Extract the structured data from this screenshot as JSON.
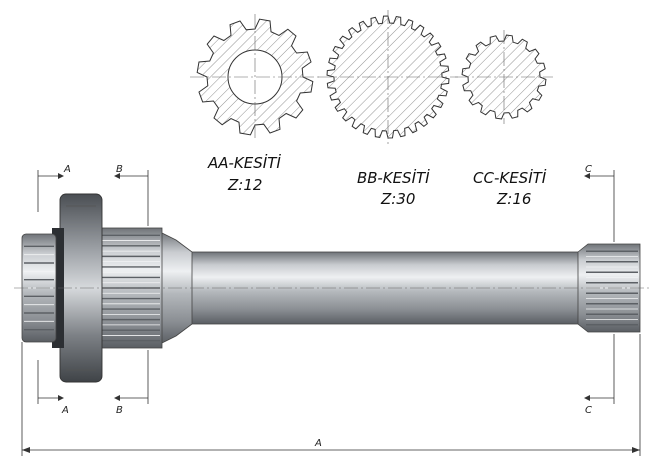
{
  "sections": [
    {
      "title": "AA-KESİTİ",
      "teeth": "Z:12"
    },
    {
      "title": "BB-KESİTİ",
      "teeth": "Z:30"
    },
    {
      "title": "CC-KESİTİ",
      "teeth": "Z:16"
    }
  ],
  "markers": {
    "a": "A",
    "b": "B",
    "c": "C",
    "overall": "A"
  },
  "colors": {
    "steel_light": "#e6e8ea",
    "steel_mid": "#a8acb1",
    "steel_dark": "#5d6166",
    "line": "#333333"
  }
}
